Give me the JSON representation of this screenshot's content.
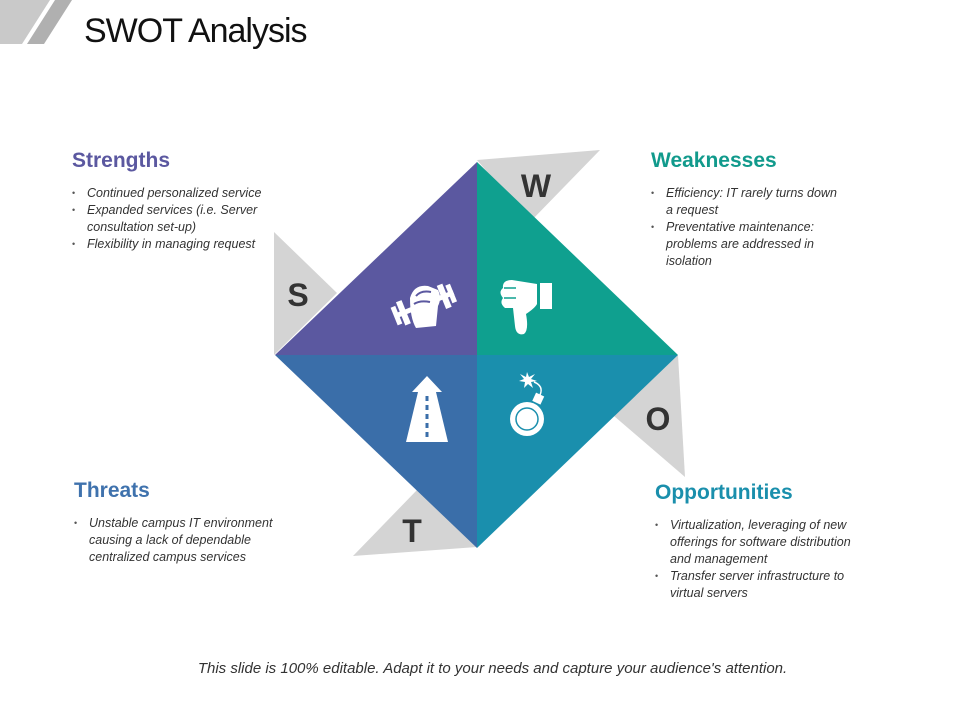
{
  "title": "SWOT Analysis",
  "letters": {
    "s": "S",
    "w": "W",
    "o": "O",
    "t": "T"
  },
  "colors": {
    "strengths": "#5b58a0",
    "weaknesses": "#0fa08f",
    "threats": "#3a6ea9",
    "opportunities": "#1a8fad",
    "flag": "#d4d4d4"
  },
  "icons": {
    "strengths": "flexing-arm-dumbbell-icon",
    "weaknesses": "thumbs-down-icon",
    "threats": "road-arrow-icon",
    "opportunities": "bomb-icon"
  },
  "strengths": {
    "heading": "Strengths",
    "items": [
      "Continued personalized service",
      "Expanded services (i.e. Server consultation set-up)",
      "Flexibility in managing request"
    ]
  },
  "weaknesses": {
    "heading": "Weaknesses",
    "items": [
      "Efficiency: IT rarely turns down a request",
      "Preventative maintenance: problems are addressed in isolation"
    ]
  },
  "threats": {
    "heading": "Threats",
    "items": [
      "Unstable campus IT environment causing a lack of dependable centralized campus services"
    ]
  },
  "opportunities": {
    "heading": "Opportunities",
    "items": [
      "Virtualization, leveraging of new offerings for software distribution and management",
      "Transfer server infrastructure to virtual servers"
    ]
  },
  "footer": "This slide is 100% editable. Adapt it to your needs and capture your audience's attention."
}
